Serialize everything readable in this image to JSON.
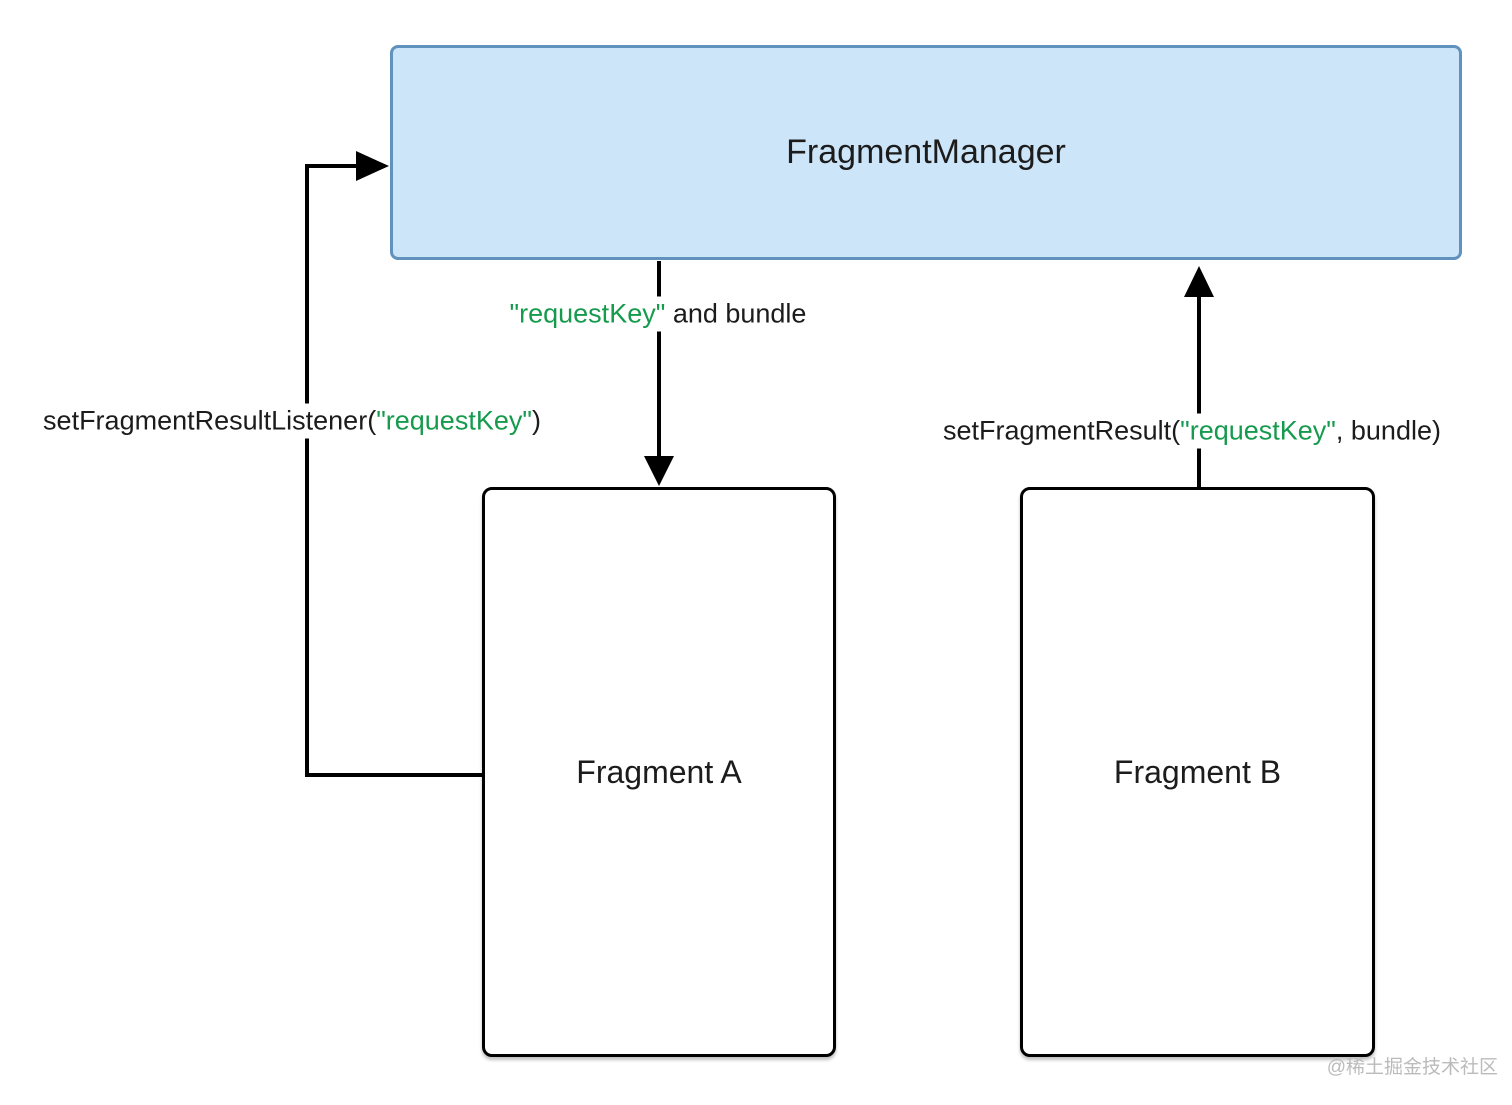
{
  "diagram": {
    "fragment_manager": {
      "label": "FragmentManager"
    },
    "fragment_a": {
      "label": "Fragment A"
    },
    "fragment_b": {
      "label": "Fragment B"
    },
    "arrows": {
      "listener": {
        "description": "Fragment A registers a listener on FragmentManager",
        "prefix": "setFragmentResultListener(",
        "key": "\"requestKey\"",
        "suffix": ")"
      },
      "request": {
        "description": "FragmentManager delivers result to Fragment A",
        "key": "\"requestKey\"",
        "suffix": " and bundle"
      },
      "result": {
        "description": "Fragment B sets a result on FragmentManager",
        "prefix": "setFragmentResult(",
        "key": "\"requestKey\"",
        "suffix": ", bundle)"
      }
    }
  },
  "watermark": "@稀土掘金技术社区",
  "colors": {
    "accent_green": "#169b4e",
    "manager_fill": "#cde5f9",
    "manager_border": "#6191bd",
    "line_color": "#000000",
    "text_color": "#1c1c1c",
    "watermark_color": "#bbbbbb"
  }
}
